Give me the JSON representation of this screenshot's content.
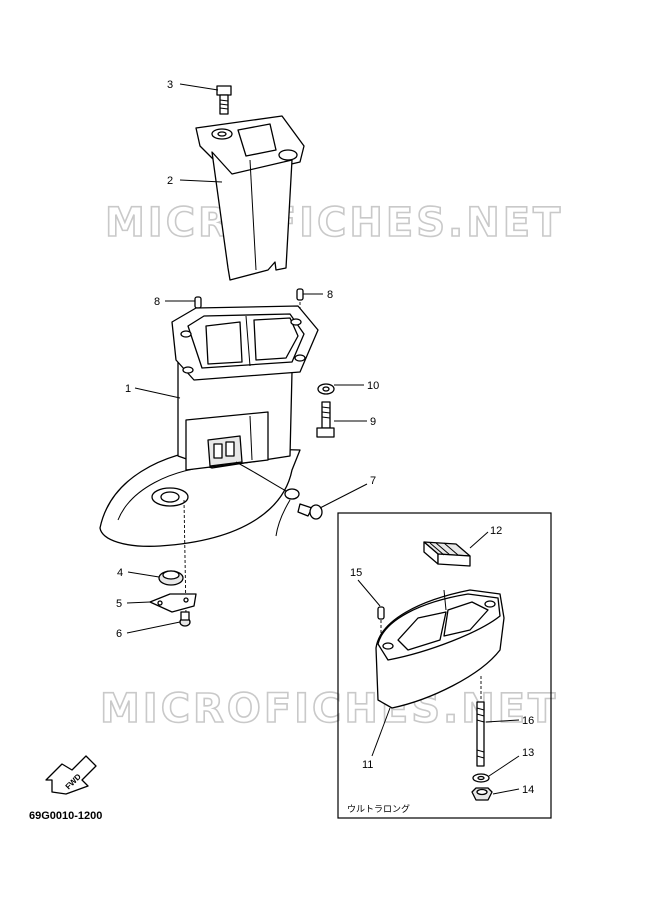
{
  "watermarks": [
    "MICROFICHES.NET",
    "MICROFICHES.NET"
  ],
  "callouts": [
    "1",
    "2",
    "3",
    "4",
    "5",
    "6",
    "7",
    "8",
    "8",
    "9",
    "10",
    "11",
    "12",
    "13",
    "14",
    "15",
    "16"
  ],
  "inset_caption": "ウルトラロング",
  "fwd_label": "FWD",
  "diagram_ref": "69G0010-1200",
  "icons": {
    "fwd_arrow": "forward-arrow-icon"
  }
}
